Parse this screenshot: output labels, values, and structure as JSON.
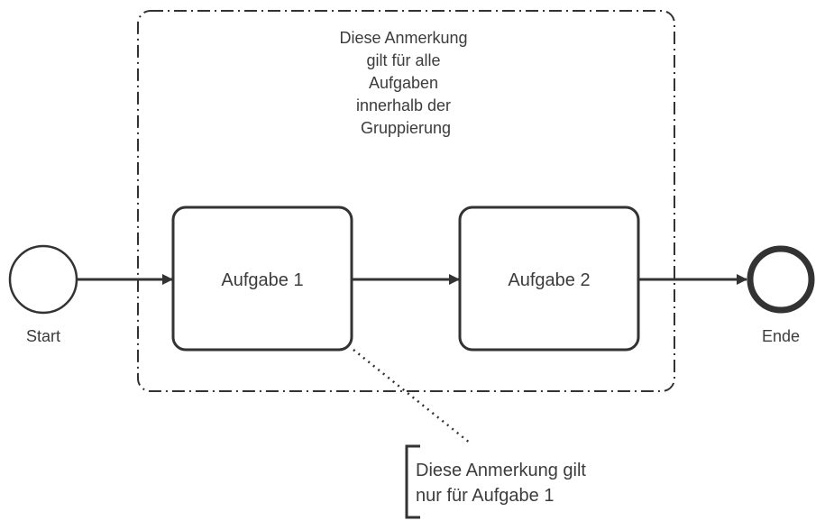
{
  "diagram": {
    "group_annotation": [
      "Diese Anmerkung",
      "gilt für alle",
      "Aufgaben",
      "innerhalb der",
      "Gruppierung"
    ],
    "start_event_label": "Start",
    "end_event_label": "Ende",
    "tasks": [
      {
        "label": "Aufgabe 1"
      },
      {
        "label": "Aufgabe 2"
      }
    ],
    "task_annotation": [
      "Diese Anmerkung gilt",
      "nur für Aufgabe 1"
    ]
  }
}
